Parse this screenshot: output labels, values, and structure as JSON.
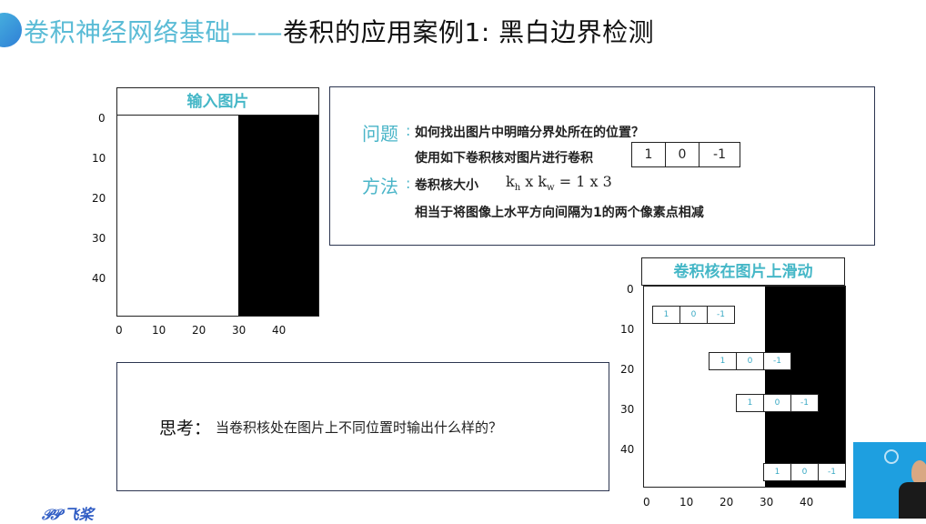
{
  "header": {
    "title_part1": "卷积神经网络基础——",
    "title_part2": "卷积的应用案例1: 黑白边界检测"
  },
  "input_plot": {
    "title": "输入图片",
    "y_ticks": [
      "0",
      "10",
      "20",
      "30",
      "40"
    ],
    "x_ticks": [
      "0",
      "10",
      "20",
      "30",
      "40"
    ]
  },
  "info_panel": {
    "question_label": "问题",
    "question_text": "如何找出图片中明暗分界处所在的位置？",
    "use_text": "使用如下卷积核对图片进行卷积",
    "kernel": [
      "1",
      "0",
      "-1"
    ],
    "method_label": "方法",
    "kernel_size_label": "卷积核大小",
    "kernel_size_k": "k",
    "kernel_size_h": "h",
    "kernel_size_x": " x k",
    "kernel_size_w": "w",
    "kernel_size_eq": " = 1 x 3",
    "method_desc": "相当于将图像上水平方向间隔为1的两个像素点相减"
  },
  "sliding_plot": {
    "title": "卷积核在图片上滑动",
    "y_ticks": [
      "0",
      "10",
      "20",
      "30",
      "40"
    ],
    "x_ticks": [
      "0",
      "10",
      "20",
      "30",
      "40"
    ],
    "kernels": [
      [
        "1",
        "0",
        "-1"
      ],
      [
        "1",
        "0",
        "-1"
      ],
      [
        "1",
        "0",
        "-1"
      ],
      [
        "1",
        "0",
        "-1"
      ]
    ]
  },
  "thinking_panel": {
    "label": "思考：",
    "text": "当卷积核处在图片上不同位置时输出什么样的？"
  },
  "logo": {
    "text": "飞桨"
  },
  "colors": {
    "accent_cyan": "#45b7c7",
    "title_cyan": "#5bbcd6",
    "black": "#000000"
  }
}
